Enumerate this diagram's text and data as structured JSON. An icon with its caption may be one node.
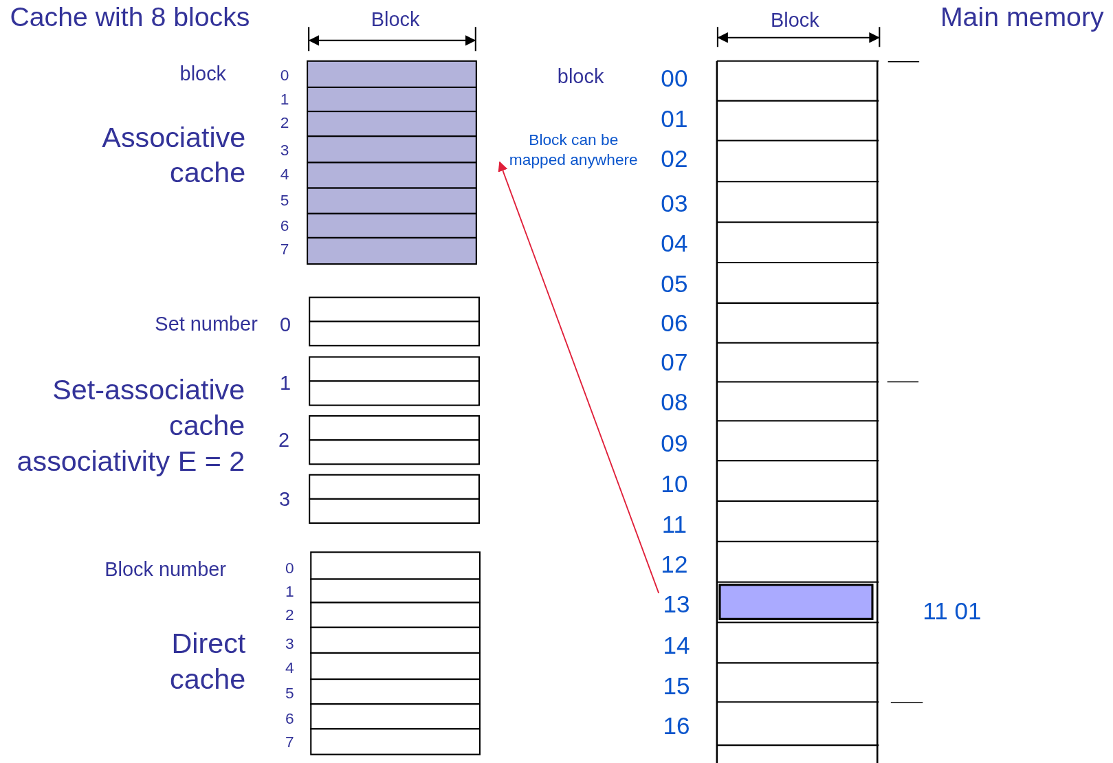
{
  "diagram": {
    "title": "Cache with 8 blocks",
    "nodes": [
      {
        "text": [
          "13"
        ]
      },
      {
        "text": [
          "Block can be mapped anywhere"
        ]
      }
    ],
    "edges": [
      {
        "from": 0,
        "to": 1,
        "arrow": "to",
        "color": "#e0203a"
      }
    ],
    "labels": [
      "Block",
      "Block",
      "Main memory",
      "block",
      "0",
      "1",
      "2",
      "3",
      "4",
      "5",
      "6",
      "7",
      "Associative cache",
      "block",
      "00",
      "01",
      "02",
      "03",
      "04",
      "05",
      "06",
      "07",
      "08",
      "09",
      "10",
      "11",
      "12",
      "14",
      "15",
      "16",
      "Set number",
      "0",
      "Set-associative cache associativity E = 2",
      "1",
      "2",
      "3",
      "Block number",
      "0",
      "1",
      "2",
      "3",
      "4",
      "5",
      "6",
      "7",
      "Direct cache",
      "11 01"
    ]
  }
}
